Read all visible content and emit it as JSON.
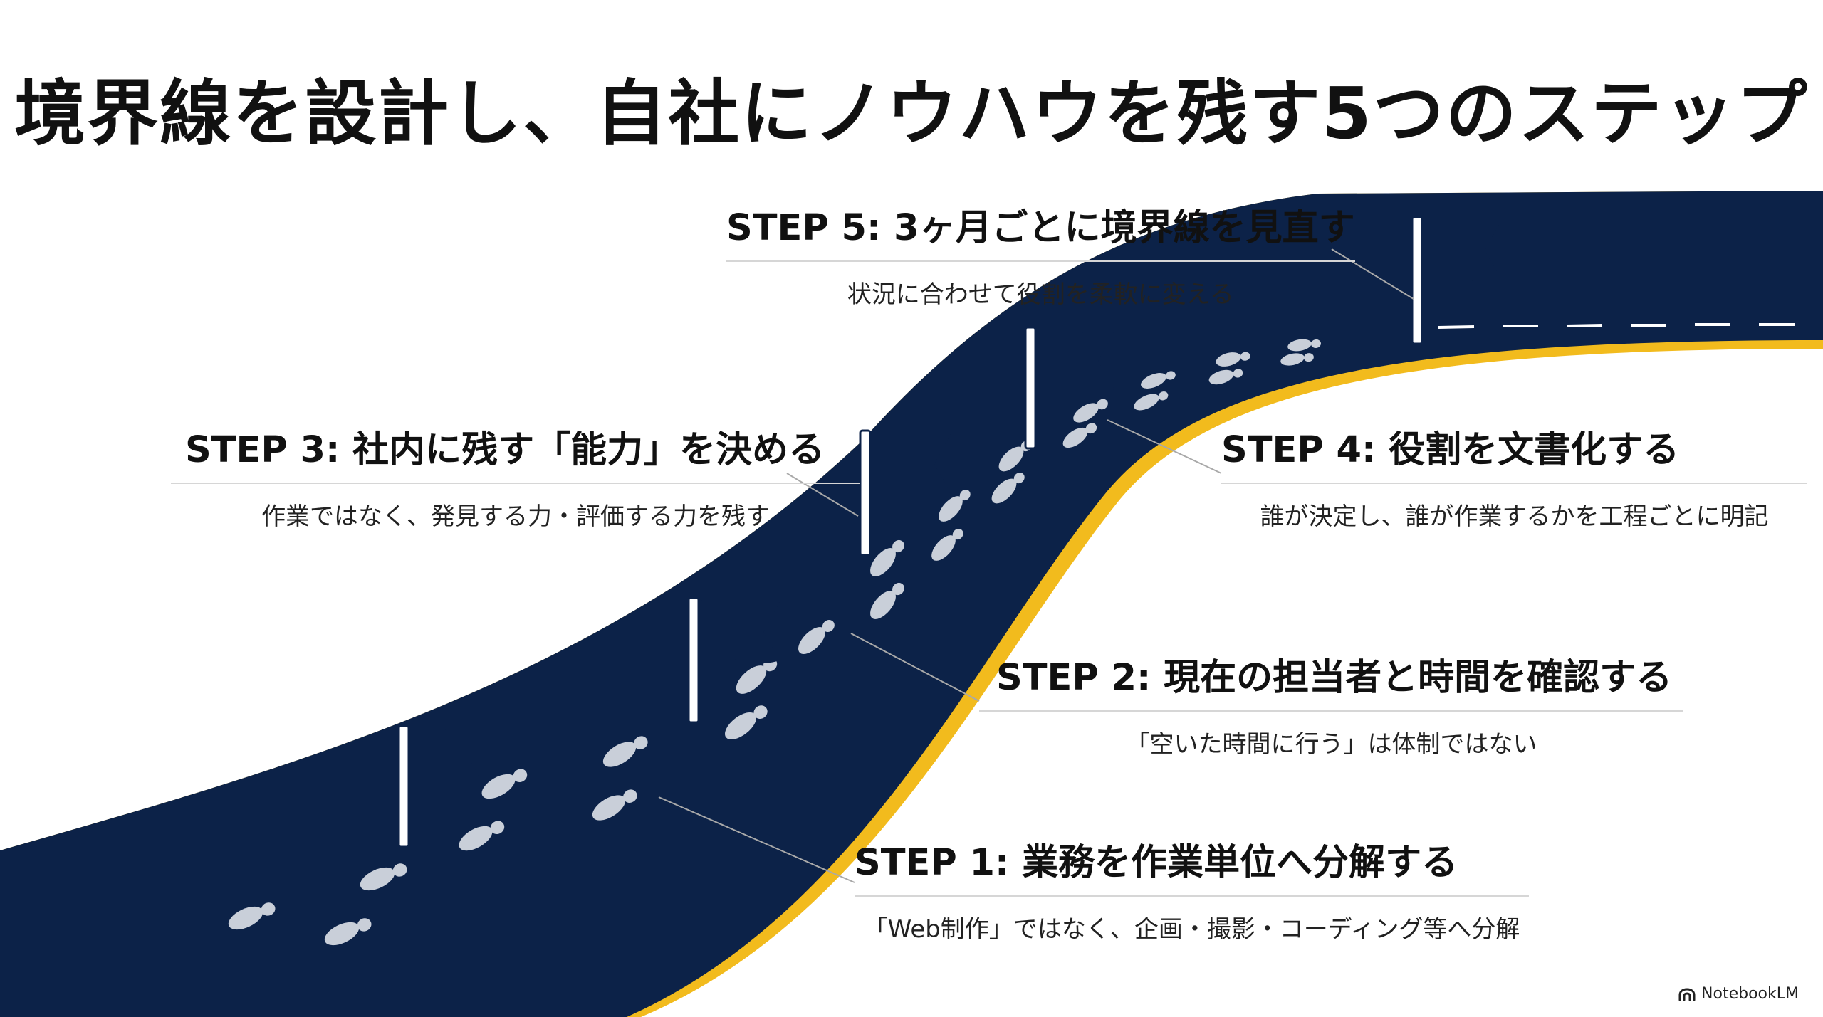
{
  "title": "境界線を設計し、自社にノウハウを残す5つのステップ",
  "steps": [
    {
      "id": 1,
      "title": "STEP 1:  業務を作業単位へ分解する",
      "description": "「Web制作」ではなく、企画・撮影・コーディング等へ分解"
    },
    {
      "id": 2,
      "title": "STEP 2:  現在の担当者と時間を確認する",
      "description": "「空いた時間に行う」は体制ではない"
    },
    {
      "id": 3,
      "title": "STEP 3:  社内に残す「能力」を決める",
      "description": "作業ではなく、発見する力・評価する力を残す"
    },
    {
      "id": 4,
      "title": "STEP 4:  役割を文書化する",
      "description": "誰が決定し、誰が作業するかを工程ごとに明記"
    },
    {
      "id": 5,
      "title": "STEP 5:  3ヶ月ごとに境界線を見直す",
      "description": "状況に合わせて役割を柔軟に変える"
    }
  ],
  "brand": {
    "name": "NotebookLM",
    "icon": "notebooklm-logo-icon"
  },
  "colors": {
    "road": "#0c2248",
    "edge": "#f2bb1d",
    "flag": "#0c2248",
    "footprint": "#c9cfd9",
    "text": "#111111",
    "leader": "#a9a9a9"
  }
}
